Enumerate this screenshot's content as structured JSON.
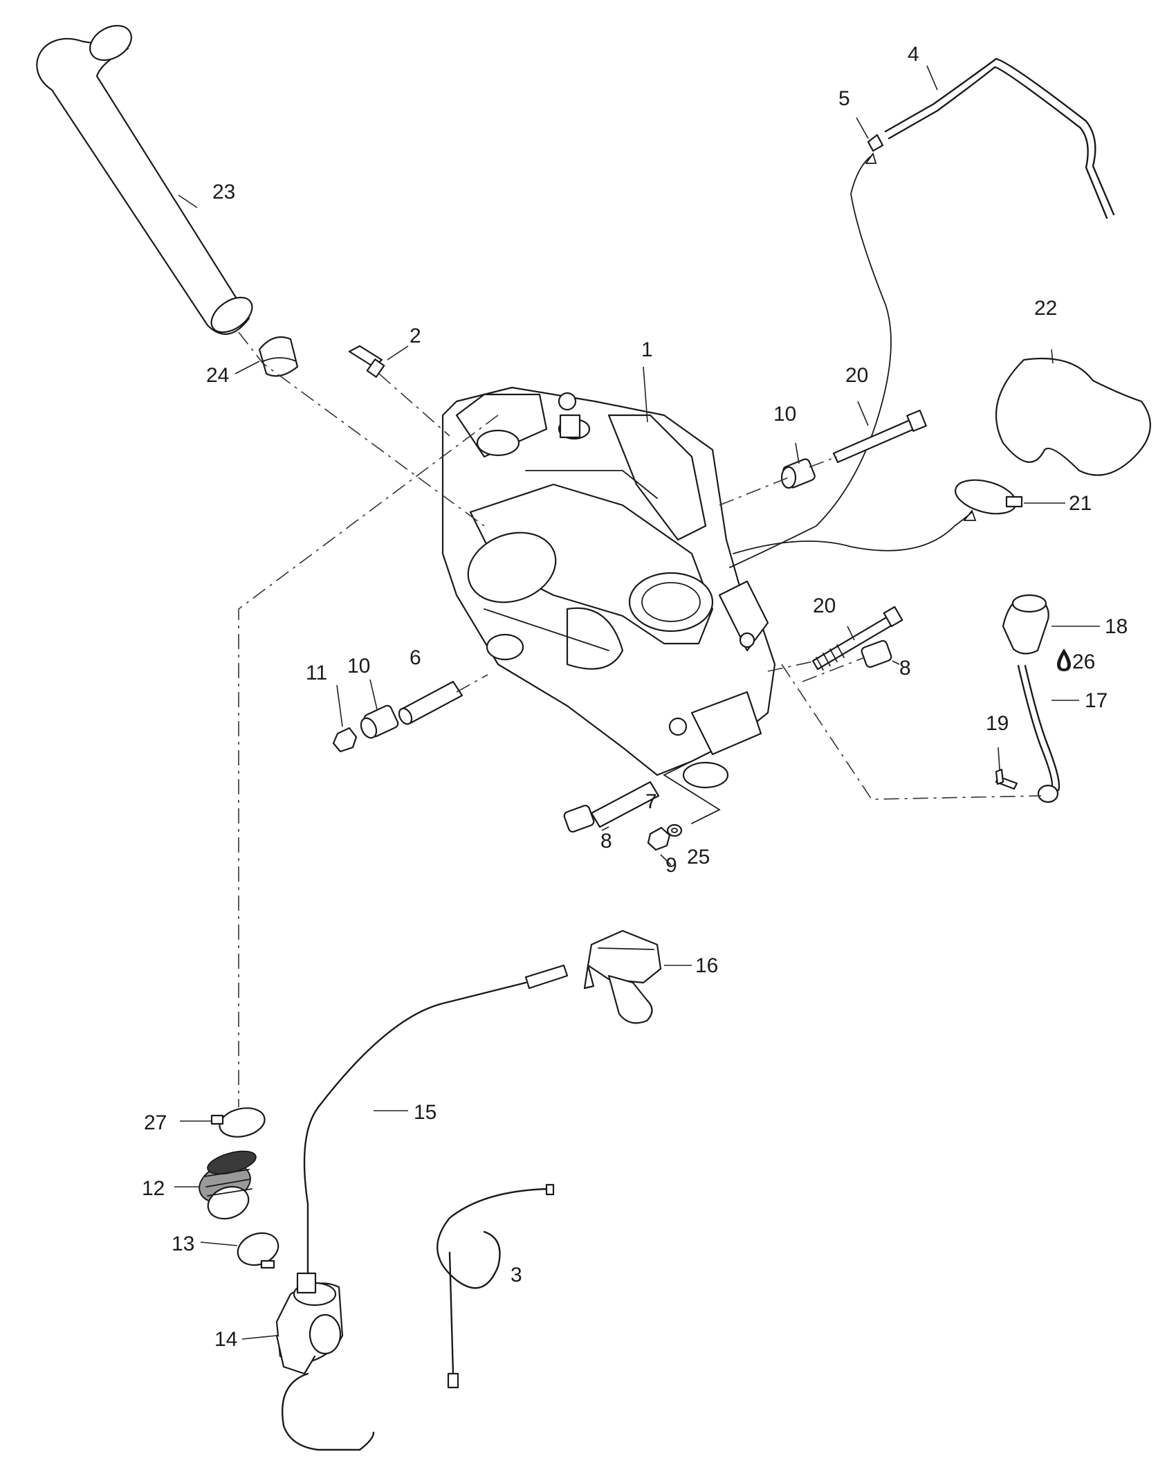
{
  "callouts": {
    "c1": "1",
    "c2": "2",
    "c3": "3",
    "c4": "4",
    "c5": "5",
    "c6": "6",
    "c7": "7",
    "c8a": "8",
    "c8b": "8",
    "c9": "9",
    "c10a": "10",
    "c10b": "10",
    "c11": "11",
    "c12": "12",
    "c13": "13",
    "c14": "14",
    "c15": "15",
    "c16": "16",
    "c17": "17",
    "c18": "18",
    "c19": "19",
    "c20a": "20",
    "c20b": "20",
    "c21": "21",
    "c22": "22",
    "c23": "23",
    "c24": "24",
    "c25": "25",
    "c26": "26",
    "c27": "27"
  },
  "symbols": {
    "fluid_drop": "drop-icon"
  },
  "colors": {
    "line": "#1a1a1a",
    "background": "#ffffff"
  }
}
